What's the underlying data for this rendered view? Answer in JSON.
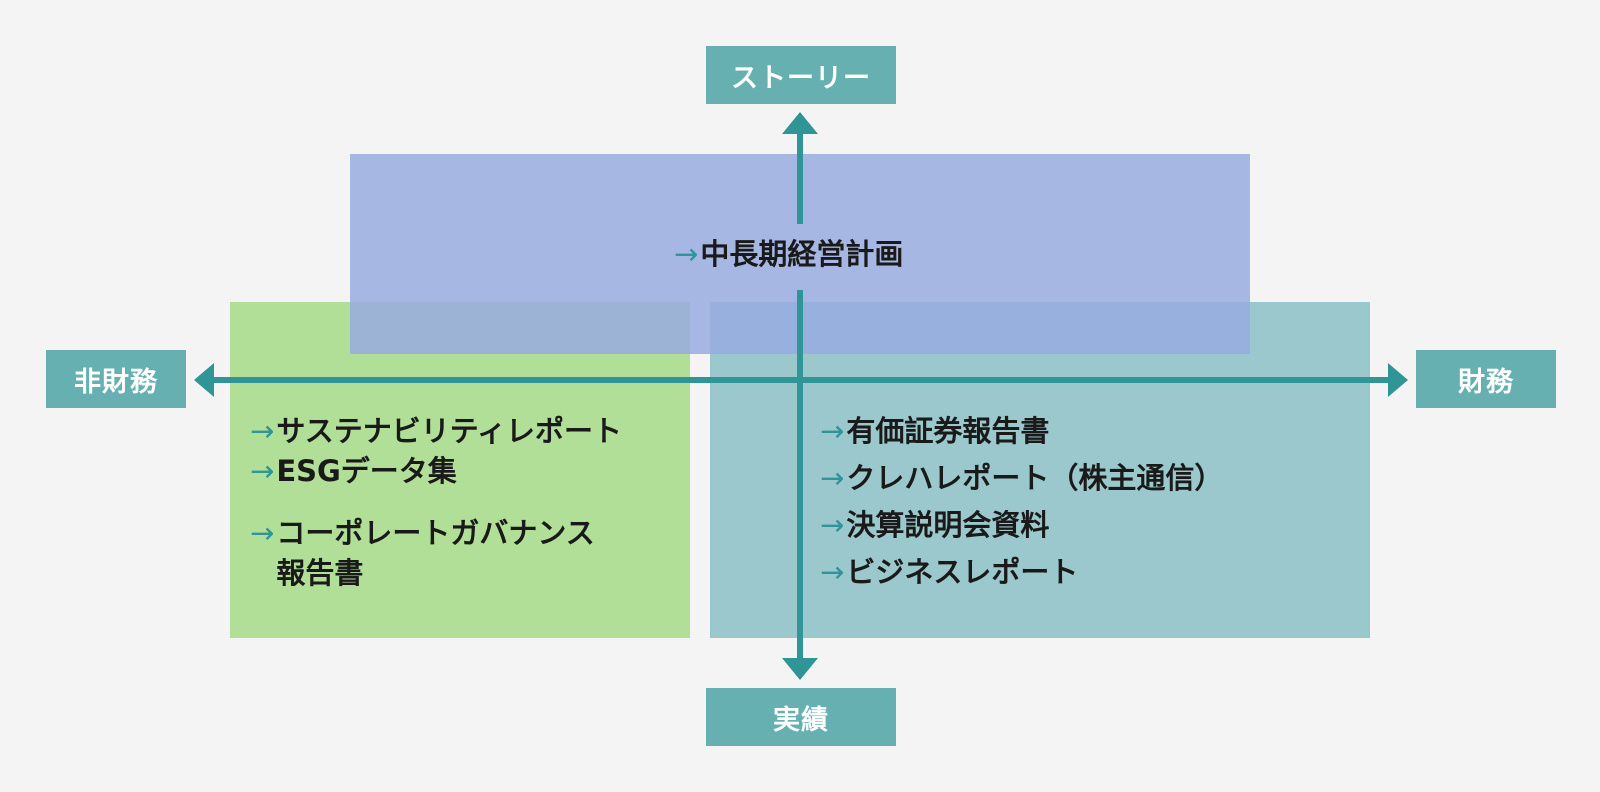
{
  "axes": {
    "top_label": "ストーリー",
    "bottom_label": "実績",
    "left_label": "非財務",
    "right_label": "財務"
  },
  "arrow_glyph": "→",
  "center_item": "中長期経営計画",
  "left_items": [
    "サステナビリティレポート",
    "ESGデータ集",
    "コーポレートガバナンス\n報告書"
  ],
  "right_items": [
    "有価証券報告書",
    "クレハレポート（株主通信）",
    "決算説明会資料",
    "ビジネスレポート"
  ],
  "colors": {
    "background": "#f4f4f4",
    "label_fill": "#66b0b2",
    "axis_line": "#2f9597",
    "arrow_glyph": "#2f9597",
    "box_green": "#b2df98",
    "box_teal": "#9bc8cc",
    "box_blue": "#98ace0",
    "text": "#1a1a1a"
  }
}
